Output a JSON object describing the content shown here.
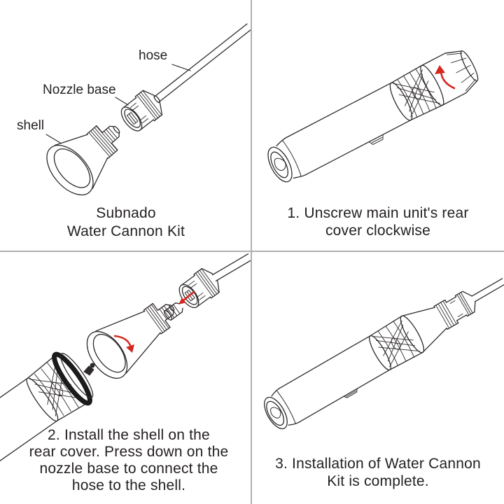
{
  "title": "Subnado Water Cannon Kit installation instructions",
  "colors": {
    "line": "#2e2a2b",
    "accent_red": "#d4281e",
    "divider": "#b0b0b0",
    "text": "#231f20",
    "background": "#ffffff"
  },
  "panels": {
    "kit": {
      "labels": {
        "hose": "hose",
        "nozzle_base": "Nozzle base",
        "shell": "shell"
      },
      "caption_lines": [
        "Subnado",
        "Water Cannon Kit"
      ]
    },
    "step1": {
      "caption_lines": [
        "1. Unscrew main unit's rear",
        "cover clockwise"
      ]
    },
    "step2": {
      "caption_lines": [
        "2. Install the shell on the",
        "rear cover. Press down on the",
        "nozzle base to connect the",
        "hose to the shell."
      ]
    },
    "step3": {
      "caption_lines": [
        "3. Installation of Water Cannon",
        "Kit is complete."
      ]
    }
  }
}
